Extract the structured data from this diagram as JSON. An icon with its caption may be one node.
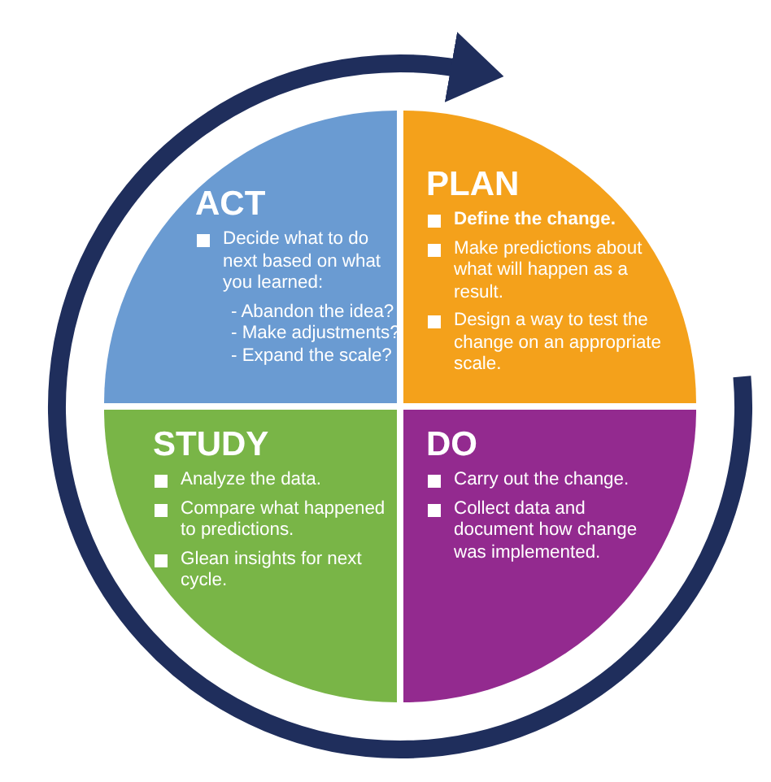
{
  "diagram": {
    "nodes": [
      {
        "text": [
          "ACT",
          "Decide what to do next based on what you learned:",
          "- Abandon the idea?",
          "- Make adjustments?",
          "- Expand the scale?"
        ]
      },
      {
        "text": [
          "PLAN",
          "Define the change.",
          "Make predictions about what will happen as a result.",
          "Design a way to test the change on an appropriate scale."
        ]
      },
      {
        "text": [
          "STUDY",
          "Analyze the data.",
          "Compare what happened to predictions.",
          "Glean insights for next cycle."
        ]
      },
      {
        "text": [
          "DO",
          "Carry out the change.",
          "Collect data and document how change was implemented."
        ]
      }
    ]
  }
}
